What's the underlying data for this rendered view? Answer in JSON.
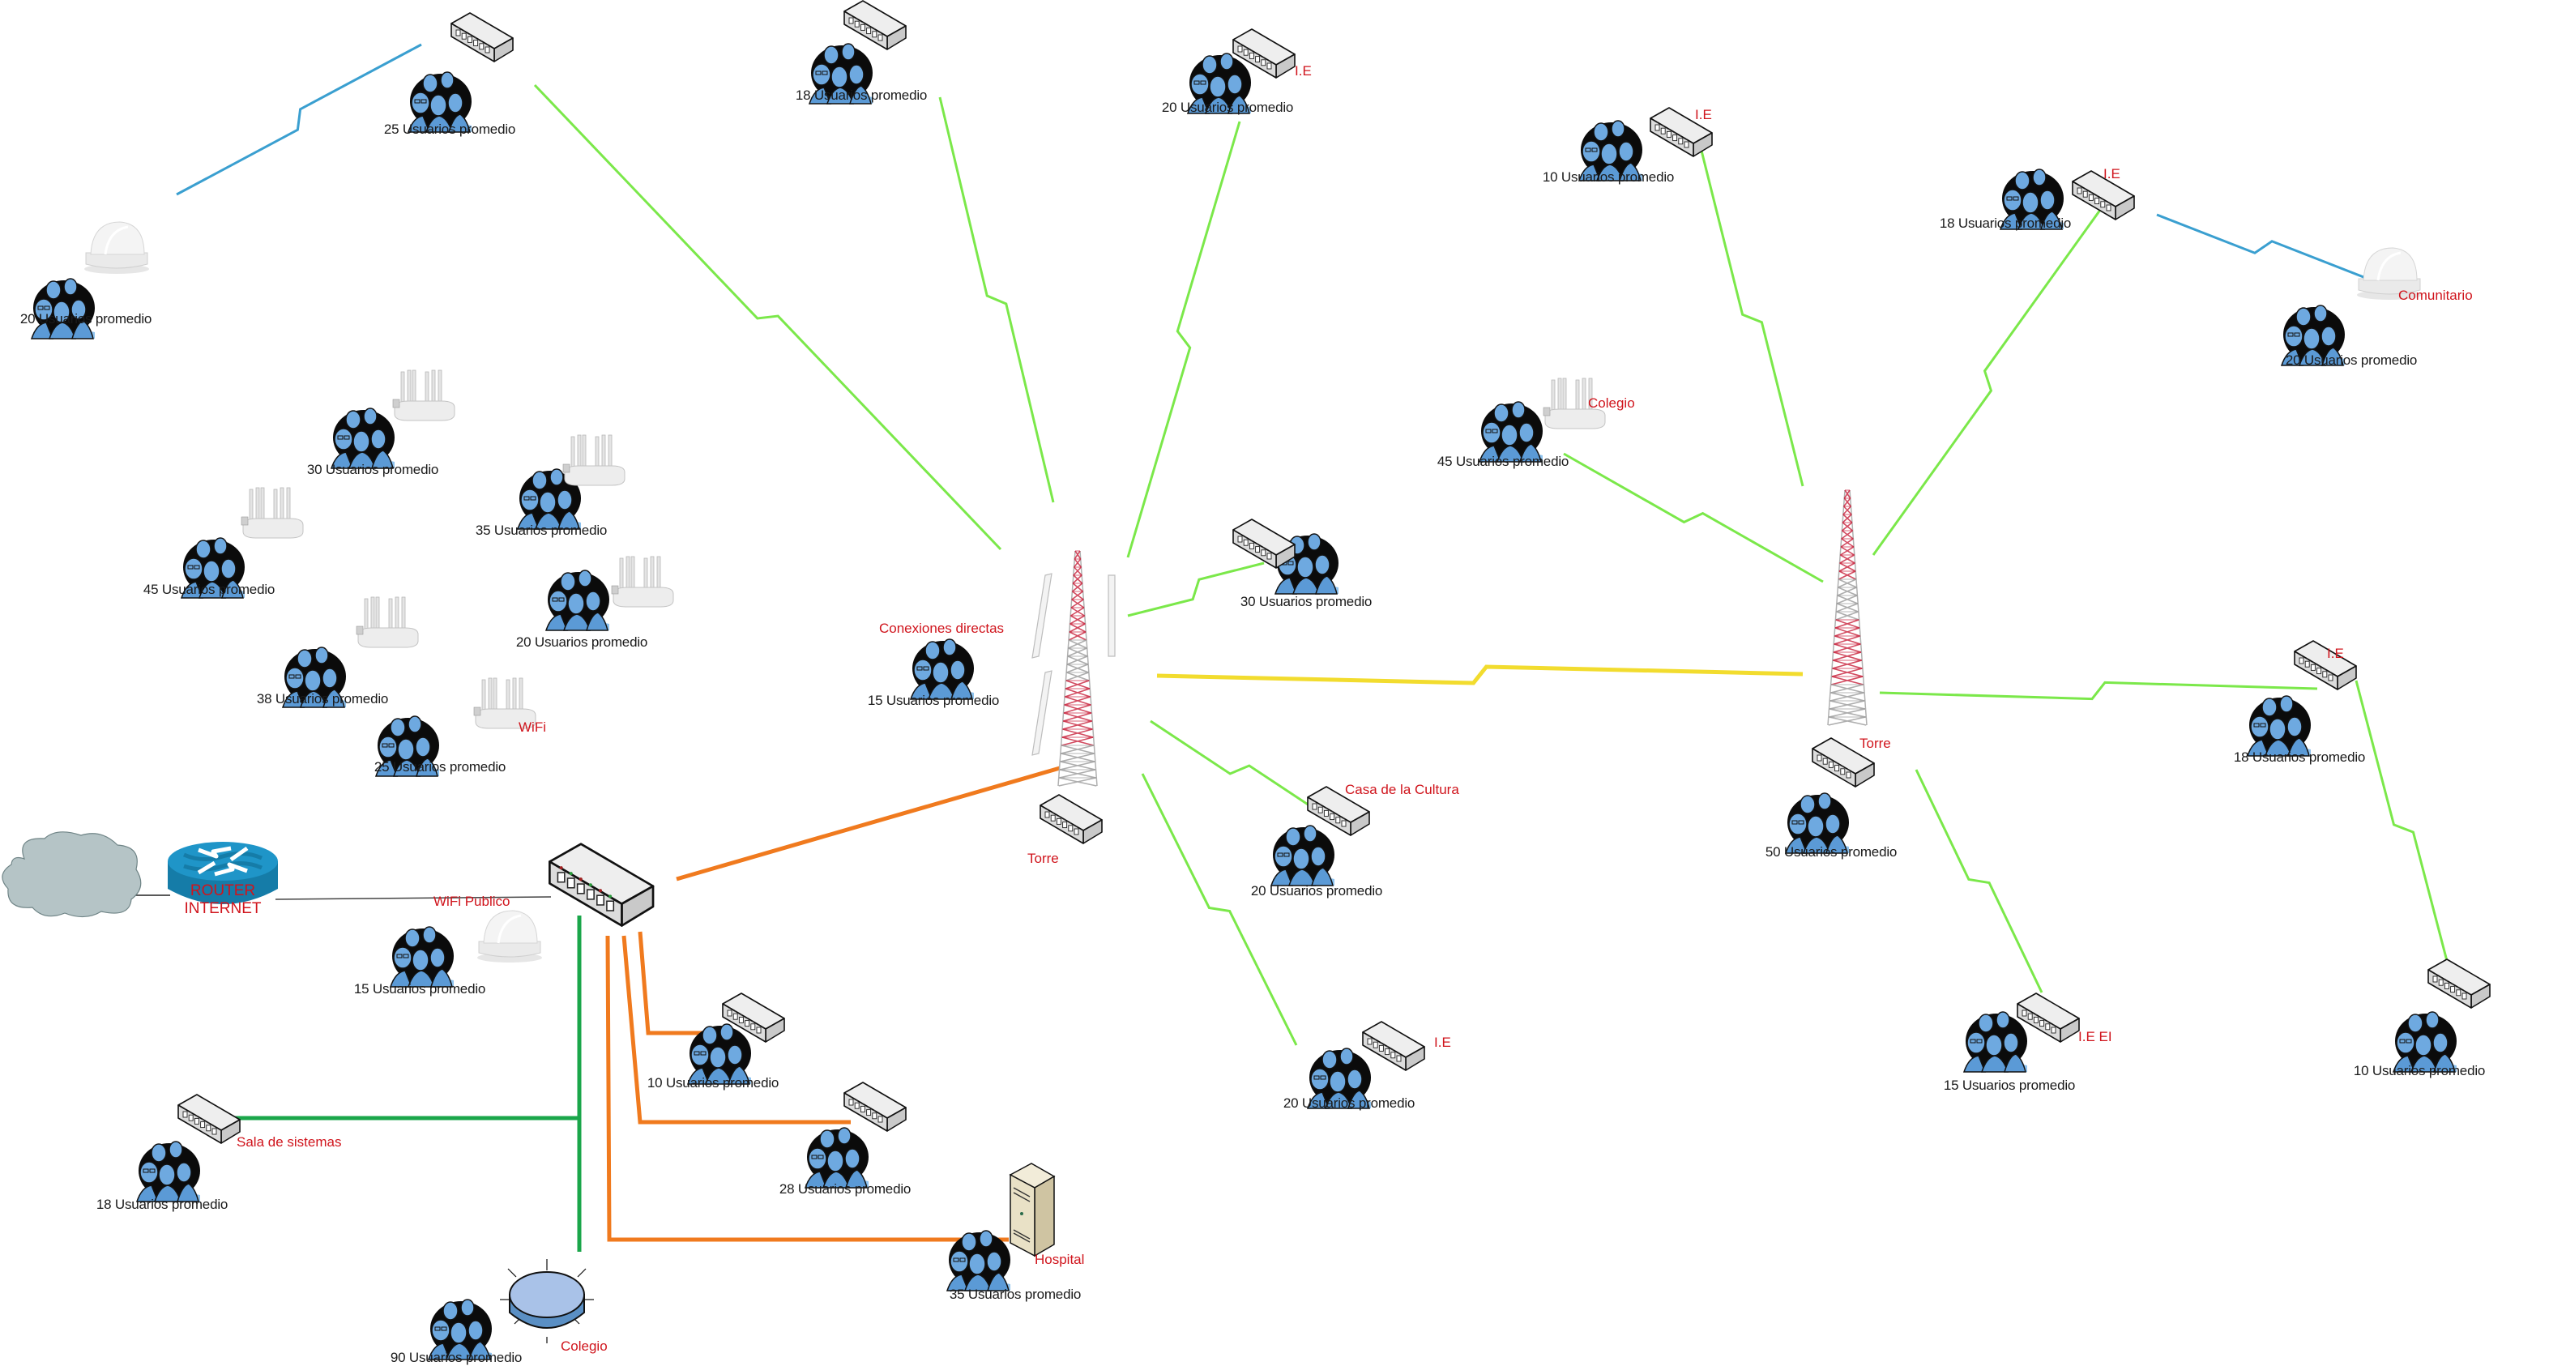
{
  "diagram": {
    "type": "network-topology",
    "users_suffix": "Usuarios promedio",
    "colors": {
      "fiber_orange": "#f07a1e",
      "lan_green": "#1aa64a",
      "wireless_green": "#7be84a",
      "wireless_blue": "#3a9fd0",
      "backhaul_yellow": "#f5e13a",
      "label_red": "#d0141c",
      "router_blue": "#1a86b8",
      "cloud_grey": "#b5c4c6"
    },
    "core": {
      "cloud": {
        "label": ""
      },
      "router": {
        "label_line1": "ROUTER",
        "label_line2": "INTERNET"
      },
      "main_switch": {
        "label": "WiFi Publico"
      }
    },
    "towers": [
      {
        "id": "tower-1",
        "label": "Torre"
      },
      {
        "id": "tower-2",
        "label": "Torre"
      }
    ],
    "sites": [
      {
        "id": "s1",
        "users": "25 Usuarios promedio",
        "tag": "",
        "device": "switch"
      },
      {
        "id": "s2",
        "users": "20 Usuarios promedio",
        "tag": "",
        "device": "dome"
      },
      {
        "id": "s3",
        "users": "18 Usuarios promedio",
        "tag": "",
        "device": "switch"
      },
      {
        "id": "s4",
        "users": "20 Usuarios promedio",
        "tag": "I.E",
        "device": "switch"
      },
      {
        "id": "s5",
        "users": "30 Usuarios promedio",
        "tag": "",
        "device": "ap"
      },
      {
        "id": "s6",
        "users": "35 Usuarios promedio",
        "tag": "",
        "device": "ap"
      },
      {
        "id": "s7",
        "users": "45 Usuarios promedio",
        "tag": "",
        "device": "ap"
      },
      {
        "id": "s8",
        "users": "20 Usuarios promedio",
        "tag": "",
        "device": "ap"
      },
      {
        "id": "s9",
        "users": "38 Usuarios promedio",
        "tag": "",
        "device": "ap"
      },
      {
        "id": "s10",
        "users": "25 Usuarios promedio",
        "tag": "WiFi",
        "device": "ap"
      },
      {
        "id": "s11",
        "users": "15 Usuarios promedio",
        "tag": "",
        "device": "dome"
      },
      {
        "id": "s12",
        "users": "18 Usuarios promedio",
        "tag": "Sala de sistemas",
        "device": "switch"
      },
      {
        "id": "s13",
        "users": "90 Usuarios promedio",
        "tag": "Colegio",
        "device": "hub"
      },
      {
        "id": "s14",
        "users": "10 Usuarios promedio",
        "tag": "",
        "device": "switch"
      },
      {
        "id": "s15",
        "users": "28 Usuarios promedio",
        "tag": "",
        "device": "switch"
      },
      {
        "id": "s16",
        "users": "35 Usuarios promedio",
        "tag": "Hospital",
        "device": "server"
      },
      {
        "id": "s17",
        "users": "15 Usuarios promedio",
        "tag": "Conexiones directas",
        "device": "none"
      },
      {
        "id": "s18",
        "users": "30 Usuarios promedio",
        "tag": "",
        "device": "switch"
      },
      {
        "id": "s19",
        "users": "20 Usuarios promedio",
        "tag": "Casa de la Cultura",
        "device": "switch"
      },
      {
        "id": "s20",
        "users": "20 Usuarios promedio",
        "tag": "I.E",
        "device": "switch"
      },
      {
        "id": "s21",
        "users": "10 Usuarios promedio",
        "tag": "I.E",
        "device": "switch"
      },
      {
        "id": "s22",
        "users": "18 Usuarios promedio",
        "tag": "I.E",
        "device": "switch"
      },
      {
        "id": "s23",
        "users": "20 Usuarios promedio",
        "tag": "Comunitario",
        "device": "dome"
      },
      {
        "id": "s24",
        "users": "45 Usuarios promedio",
        "tag": "Colegio",
        "device": "ap"
      },
      {
        "id": "s25",
        "users": "50 Usuarios promedio",
        "tag": "",
        "device": "switch"
      },
      {
        "id": "s26",
        "users": "18 Usuarios promedio",
        "tag": "I.E",
        "device": "switch"
      },
      {
        "id": "s27",
        "users": "15 Usuarios promedio",
        "tag": "I.E EI",
        "device": "switch"
      },
      {
        "id": "s28",
        "users": "10 Usuarios promedio",
        "tag": "",
        "device": "switch"
      }
    ],
    "links": [
      {
        "from": "main_switch",
        "to": "tower-1",
        "kind": "fiber"
      },
      {
        "from": "main_switch",
        "to": "s14",
        "kind": "fiber"
      },
      {
        "from": "main_switch",
        "to": "s15",
        "kind": "fiber"
      },
      {
        "from": "main_switch",
        "to": "s16",
        "kind": "fiber"
      },
      {
        "from": "main_switch",
        "to": "s12",
        "kind": "lan"
      },
      {
        "from": "main_switch",
        "to": "s13",
        "kind": "lan"
      },
      {
        "from": "router",
        "to": "main_switch",
        "kind": "copper"
      },
      {
        "from": "cloud",
        "to": "router",
        "kind": "copper"
      },
      {
        "from": "tower-1",
        "to": "s1",
        "kind": "wireless"
      },
      {
        "from": "tower-1",
        "to": "s3",
        "kind": "wireless"
      },
      {
        "from": "tower-1",
        "to": "s4",
        "kind": "wireless"
      },
      {
        "from": "tower-1",
        "to": "s18",
        "kind": "wireless"
      },
      {
        "from": "tower-1",
        "to": "s19",
        "kind": "wireless"
      },
      {
        "from": "tower-1",
        "to": "s20",
        "kind": "wireless"
      },
      {
        "from": "s1",
        "to": "s2",
        "kind": "wireless-blue"
      },
      {
        "from": "tower-1",
        "to": "tower-2",
        "kind": "backhaul"
      },
      {
        "from": "tower-2",
        "to": "s21",
        "kind": "wireless"
      },
      {
        "from": "tower-2",
        "to": "s22",
        "kind": "wireless"
      },
      {
        "from": "tower-2",
        "to": "s24",
        "kind": "wireless"
      },
      {
        "from": "tower-2",
        "to": "s26",
        "kind": "wireless"
      },
      {
        "from": "tower-2",
        "to": "s27",
        "kind": "wireless"
      },
      {
        "from": "s26",
        "to": "s28",
        "kind": "wireless"
      },
      {
        "from": "s22",
        "to": "s23",
        "kind": "wireless-blue"
      }
    ]
  }
}
